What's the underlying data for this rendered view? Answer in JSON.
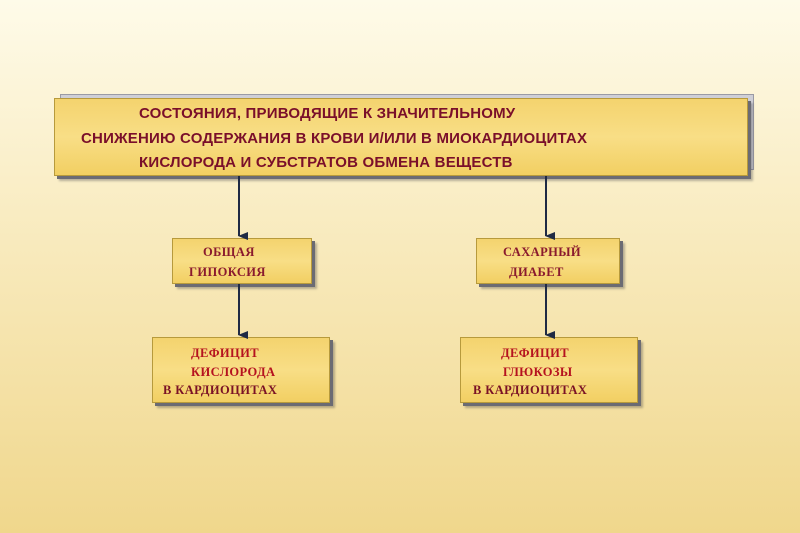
{
  "main": {
    "line1": "СОСТОЯНИЯ,  ПРИВОДЯЩИЕ  К  ЗНАЧИТЕЛЬНОМУ",
    "line2": "СНИЖЕНИЮ  СОДЕРЖАНИЯ  В  КРОВИ  И/ИЛИ  В МИОКАРДИОЦИТАХ",
    "line3": "КИСЛОРОДА  И  СУБСТРАТОВ  ОБМЕНА  ВЕЩЕСТВ"
  },
  "left_branch": {
    "condition_line1": "ОБЩАЯ",
    "condition_line2": "ГИПОКСИЯ",
    "result_line1": "ДЕФИЦИТ",
    "result_line2": "КИСЛОРОДА",
    "result_line3": "В  КАРДИОЦИТАХ"
  },
  "right_branch": {
    "condition_line1": "САХАРНЫЙ",
    "condition_line2": "ДИАБЕТ",
    "result_line1": "ДЕФИЦИТ",
    "result_line2": "ГЛЮКОЗЫ",
    "result_line3": "В КАРДИОЦИТАХ"
  },
  "colors": {
    "box_fill": "#f6d778",
    "main_text": "#7a0f2a",
    "result_text": "#b5121f",
    "arrow": "#1f2a44"
  }
}
